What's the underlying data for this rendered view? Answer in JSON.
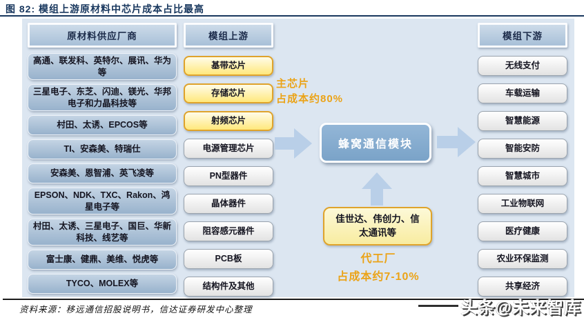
{
  "title": "图 82: 模组上游原材料中芯片成本占比最高",
  "columns": {
    "suppliers": {
      "header": "原材料供应厂商",
      "items": [
        "高通、联发科、英特尔、展讯、华为等",
        "三星电子、东芝、闪迪、镁光、华邦电子和力晶科技等",
        "村田、太诱、EPCOS等",
        "TI、安森美、特瑞仕",
        "安森美、恩智浦、英飞凌等",
        "EPSON、NDK、TXC、Rakon、鸿星电子等",
        "村田、太诱、三星电子、国巨、华新科技、线艺等",
        "富士康、健鼎、美维、悦虎等",
        "TYCO、MOLEX等"
      ]
    },
    "upstream": {
      "header": "模组上游",
      "items": [
        {
          "label": "基带芯片",
          "highlight": true
        },
        {
          "label": "存储芯片",
          "highlight": true
        },
        {
          "label": "射频芯片",
          "highlight": true
        },
        {
          "label": "电源管理芯片",
          "highlight": false
        },
        {
          "label": "PN型器件",
          "highlight": false
        },
        {
          "label": "晶体器件",
          "highlight": false
        },
        {
          "label": "阻容感元器件",
          "highlight": false
        },
        {
          "label": "PCB板",
          "highlight": false
        },
        {
          "label": "结构件及其他",
          "highlight": false
        }
      ]
    },
    "downstream": {
      "header": "模组下游",
      "items": [
        "无线支付",
        "车载运输",
        "智慧能源",
        "智能安防",
        "智慧城市",
        "工业物联网",
        "医疗健康",
        "农业环保监测",
        "共享经济"
      ]
    }
  },
  "center": {
    "module_label": "蜂窝通信模块",
    "chip_note_line1": "主芯片",
    "chip_note_line2": "占成本约80%",
    "foundry_box": "佳世达、伟创力、信太通讯等",
    "foundry_note_line1": "代工厂",
    "foundry_note_line2": "占成本约7-10%"
  },
  "footer": {
    "source": "资料来源：移远通信招股说明书，信达证券研发中心整理",
    "watermark": "头条@未来智库"
  },
  "colors": {
    "title-navy": "#17365d",
    "diagram-bg": "#dce6f1",
    "header-top": "#cddbe9",
    "header-bottom": "#a8c0d8",
    "bluebox-top": "#c4d4e4",
    "bluebox-bottom": "#98b2cc",
    "yellow-top": "#fffce9",
    "yellow-bottom": "#ffe87c",
    "yellow-border": "#dfa32b",
    "module-top": "#93b6d7",
    "module-bottom": "#7aa3c8",
    "arrow-blue": "#b9cfe8",
    "accent-orange": "#eba317"
  }
}
